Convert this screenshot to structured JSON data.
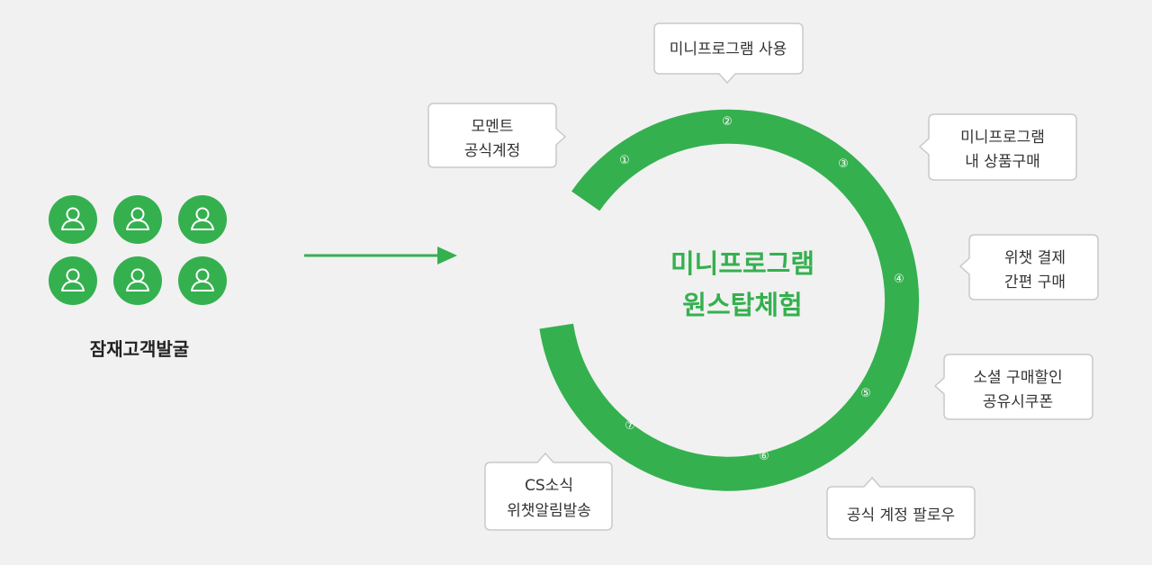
{
  "colors": {
    "accent_green": "#35b04f",
    "callout_border": "#c9c9c9",
    "background": "#f1f1f1"
  },
  "group": {
    "label": "잠재고객발굴",
    "icon": "user-icon",
    "count": 6
  },
  "arrow": {
    "icon": "arrow-right-icon"
  },
  "center": {
    "line1": "미니프로그램",
    "line2": "원스탑체험"
  },
  "steps": [
    {
      "num": "①",
      "label_lines": [
        "모멘트",
        "공식계정"
      ]
    },
    {
      "num": "②",
      "label_lines": [
        "미니프로그램 사용"
      ]
    },
    {
      "num": "③",
      "label_lines": [
        "미니프로그램",
        "내 상품구매"
      ]
    },
    {
      "num": "④",
      "label_lines": [
        "위챗 결제",
        "간편 구매"
      ]
    },
    {
      "num": "⑤",
      "label_lines": [
        "소셜 구매할인",
        "공유시쿠폰"
      ]
    },
    {
      "num": "⑥",
      "label_lines": [
        "공식 계정 팔로우"
      ]
    },
    {
      "num": "⑦",
      "label_lines": [
        "CS소식",
        "위챗알림발송"
      ]
    }
  ]
}
